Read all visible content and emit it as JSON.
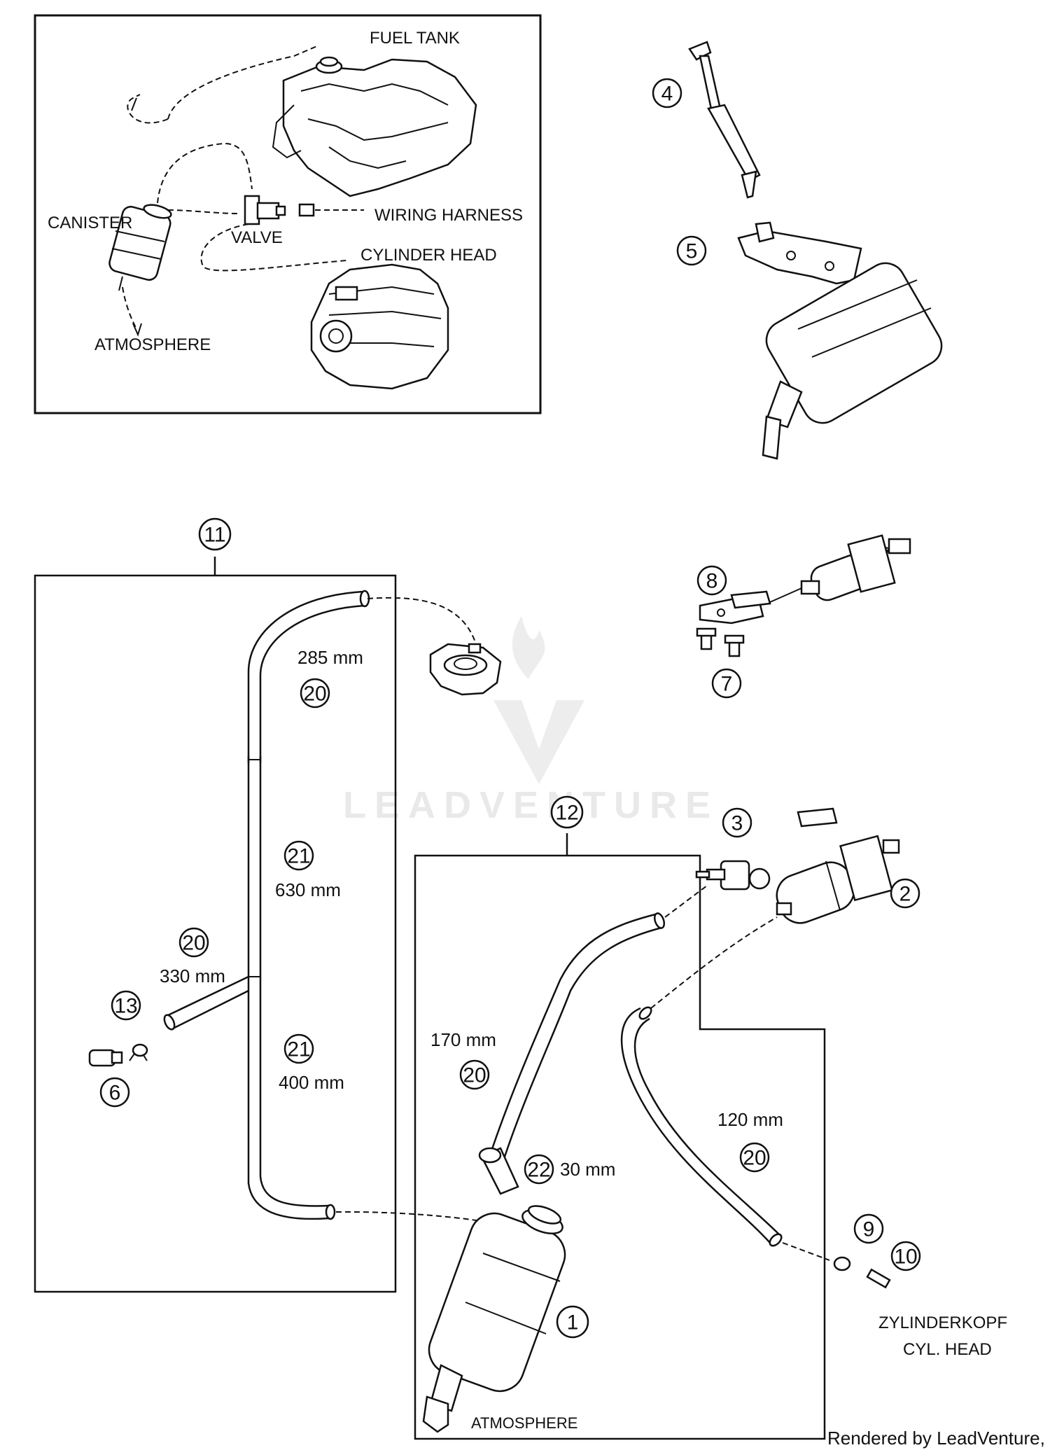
{
  "inset": {
    "labels": {
      "fuel_tank": "FUEL TANK",
      "canister": "CANISTER",
      "valve": "VALVE",
      "wiring_harness": "WIRING HARNESS",
      "cylinder_head": "CYLINDER HEAD",
      "atmosphere": "ATMOSPHERE"
    }
  },
  "callouts": {
    "c1": "1",
    "c2": "2",
    "c3": "3",
    "c4": "4",
    "c5": "5",
    "c6": "6",
    "c7": "7",
    "c8": "8",
    "c9": "9",
    "c10": "10",
    "c11": "11",
    "c12": "12",
    "c13": "13",
    "c20a": "20",
    "c20b": "20",
    "c20c": "20",
    "c20d": "20",
    "c21a": "21",
    "c21b": "21",
    "c22": "22"
  },
  "measurements": {
    "m285": "285 mm",
    "m630": "630 mm",
    "m330": "330 mm",
    "m400": "400 mm",
    "m170": "170 mm",
    "m30": "30 mm",
    "m120": "120 mm"
  },
  "labels": {
    "zylinderkopf": "ZYLINDERKOPF",
    "cyl_head": "CYL. HEAD",
    "atmosphere_bottom": "ATMOSPHERE"
  },
  "watermark": "LEADVENTURE",
  "footer": "Rendered by LeadVenture, Inc."
}
